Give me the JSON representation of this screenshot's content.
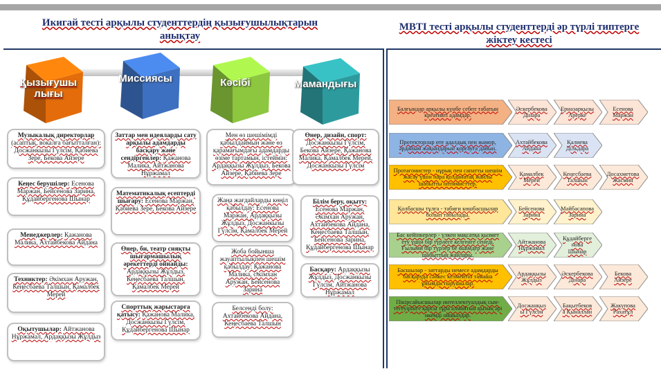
{
  "left_title": "Икигай тесті арқылы студенттердің қызығушылықтарын анықтау",
  "right_title": "MBTI тесті арқылы студенттерді әр түрлі типтерге жіктеу кестесі",
  "cubes": [
    {
      "label": "Қызығушы лығы",
      "color": "#e46c0a"
    },
    {
      "label": "Миссиясы",
      "color": "#3d70c0"
    },
    {
      "label": "Кәсібі",
      "color": "#8dc63f"
    },
    {
      "label": "Мамандығы",
      "color": "#2d9b9e"
    }
  ],
  "col1": [
    {
      "head": "Музыкалық директорлар",
      "text": "(асаптық, вокалға бағытталған): Досжанкызы Гүлсім, Қабиева Зере, Бекова Айзере"
    },
    {
      "head": "Кеңес берушілер:",
      "text": "Есенова Маржан, Бейсенова Зарина, Құдайбергенова Шынар"
    },
    {
      "head": "Менеджерлер:",
      "text": "Қажанова Малика, Ахтайбекова Айдана"
    },
    {
      "head": "Техниктер:",
      "text": "Әкімхан Аружан, Кеңесбаева Талшын, Қамалбек Мерей"
    },
    {
      "head": "Оқытушылар:",
      "text": "Айтжанова Нұржамал, Ардаққызы Жұлдыз"
    }
  ],
  "col2": [
    {
      "head": "Заттар мен идеяларды сату арқылы адамдарды басқару және сендіргенлер:",
      "text": "Қажанова Малика, Айтжанова Нұржамал"
    },
    {
      "head": "Математикалық есептерді шығару:",
      "text": "Есенова Маржан, Қабиева Зере, Бекова Айзере"
    },
    {
      "head": "Өнер, би, театр сияқты шығармашылық әрекеттерді ойнайды:",
      "text": "Ардаққызы Жұлдыз, Кеңесбаева Талшын, Қамалбек Мерей"
    },
    {
      "head": "Спорттық жарыстарға қатысу:",
      "text": "Қажанова Малика, Досжанкызы Гүлсім, Құдайбергенова Шынар"
    }
  ],
  "col3": [
    {
      "head": "",
      "text": "Мен өз шешімімді қабылдаймын және өз қарамағымдағы адамдарды өзіме тартамын, істеймін: Ардаққызы Жұлдыз, Бекова Айзере, Қабиева Зере"
    },
    {
      "head": "",
      "text": "Жаңа жағдайларды көңіл қабылдау: Есенова Маржан, Ардаққызы Жұлдыз, Досжанкызы Гүлсім, Қамалбек Мерей"
    },
    {
      "head": "",
      "text": "Жоба бойынша жауаптылықпен шешім қабылдау: Қажанова Малика, Әкімхан Аружан, Бейсенова Зарина"
    },
    {
      "head": "",
      "text": "Белсенді болу: Ахтайбекова Айдана, Кеңесбаева Талшын"
    }
  ],
  "col4": [
    {
      "head": "Өнер, дизайн, спорт:",
      "text": "Досжанкызы Гүлсім, Бекова Айзере, Қажанова Малика, Қамалбек Мерей, Досжанкызы Гүлсім"
    },
    {
      "head": "Білім беру, оқыту:",
      "text": "Есенова Маржан, Әкімхан Аружан, Ахтайбекова Айдана, Кеңесбаева Талшын, Бейсенова Зарина, Құдайбергенова Шынар"
    },
    {
      "head": "Басқару:",
      "text": "Ардаққызы Жұлдыз, Досжанкызы Гүлсім, Айтжанова Нұржамал"
    }
  ],
  "mbti_rows": [
    {
      "desc": "Балғындар арқылы күнбе себеп табатын креативті адамдар.",
      "color": "#f4b183",
      "names": [
        "Әскербекова Дінара",
        "Ерназарқызы Арерке",
        "Есенова Маржан"
      ],
      "ncolor": "#fce4d6"
    },
    {
      "desc": "Протекторлар өте адалдық пен жамор, әрдайым жақындарын қорғауға дайын.",
      "color": "#8eb4e3",
      "names": [
        "Ахтайбекова Айдана",
        "Қалиева Дільдара"
      ],
      "ncolor": "#dae3f3"
    },
    {
      "desc": "Протагонистер - нұрық пен сапатты шешім жасау үшін пара қолданатақ жайлы шабытты оптимисттер.",
      "color": "#ffc000",
      "names": [
        "Қамалбек Мерей",
        "Кеңесбаева Талшын",
        "Досахметова Жасмин"
      ],
      "ncolor": "#fde9d9"
    },
    {
      "desc": "Қолбасшы тұлға - табиғи көшбасшылар болып табылады.",
      "color": "#ffe699",
      "names": [
        "Бейсенова Зарина",
        "Майбасапова Зарина"
      ],
      "ncolor": "#fff2cc"
    },
    {
      "desc": "Бас кейіпкерлер - үлкен мақсатқа қызмет ету үшін бір түрлеге келгенге сенеді. Ғылыми бір түрлер бе өшімдер және шабыттың жайлары.",
      "color": "#a9d18e",
      "names": [
        "Айтжанова Нұржамал",
        "Құдайберге нова Шынар"
      ],
      "ncolor": "#e2efda"
    },
    {
      "desc": "Басшылар - заттарды немесе адамдарды басқаруда сәйкес келмейтін тамаша ұйымдастырушылар.",
      "color": "#ffc000",
      "names": [
        "Ардаққызы Жұлдыз",
        "Әскербекова Дінара",
        "Бекова Айзере"
      ],
      "ncolor": "#fde9d9"
    },
    {
      "desc": "Пікірсайысшылар интеллектуалдық сын-тегеуірінге қарсы тұра алмайтын қызық әрі икемді ойшылдар.",
      "color": "#70ad47",
      "names": [
        "Досжанқыз ы Гүлсім",
        "Бақытбеков а Қыналлан",
        "Жакупова Рахатұл"
      ],
      "ncolor": "#fde9d9"
    }
  ]
}
